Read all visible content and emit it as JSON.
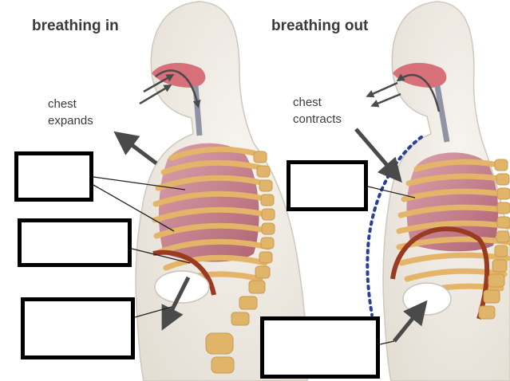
{
  "left_panel": {
    "title": "breathing in",
    "annotation_line1": "chest",
    "annotation_line2": "expands"
  },
  "right_panel": {
    "title": "breathing out",
    "annotation_line1": "chest",
    "annotation_line2": "contracts"
  },
  "label_boxes": [
    "",
    "",
    "",
    "",
    ""
  ],
  "colors": {
    "body": "#f1ede6",
    "rib": "#e4b468",
    "lung": "#c07080",
    "diaphragm": "#9a3a20",
    "airway": "#d8707a",
    "arrow": "#4a4a4a",
    "dotted_outline": "#2a3f9a"
  },
  "icons": [
    "expand-arrow-icon",
    "contract-arrow-icon",
    "air-in-arrow-icon",
    "air-out-arrow-icon",
    "diaphragm-down-arrow-icon",
    "diaphragm-up-arrow-icon"
  ]
}
